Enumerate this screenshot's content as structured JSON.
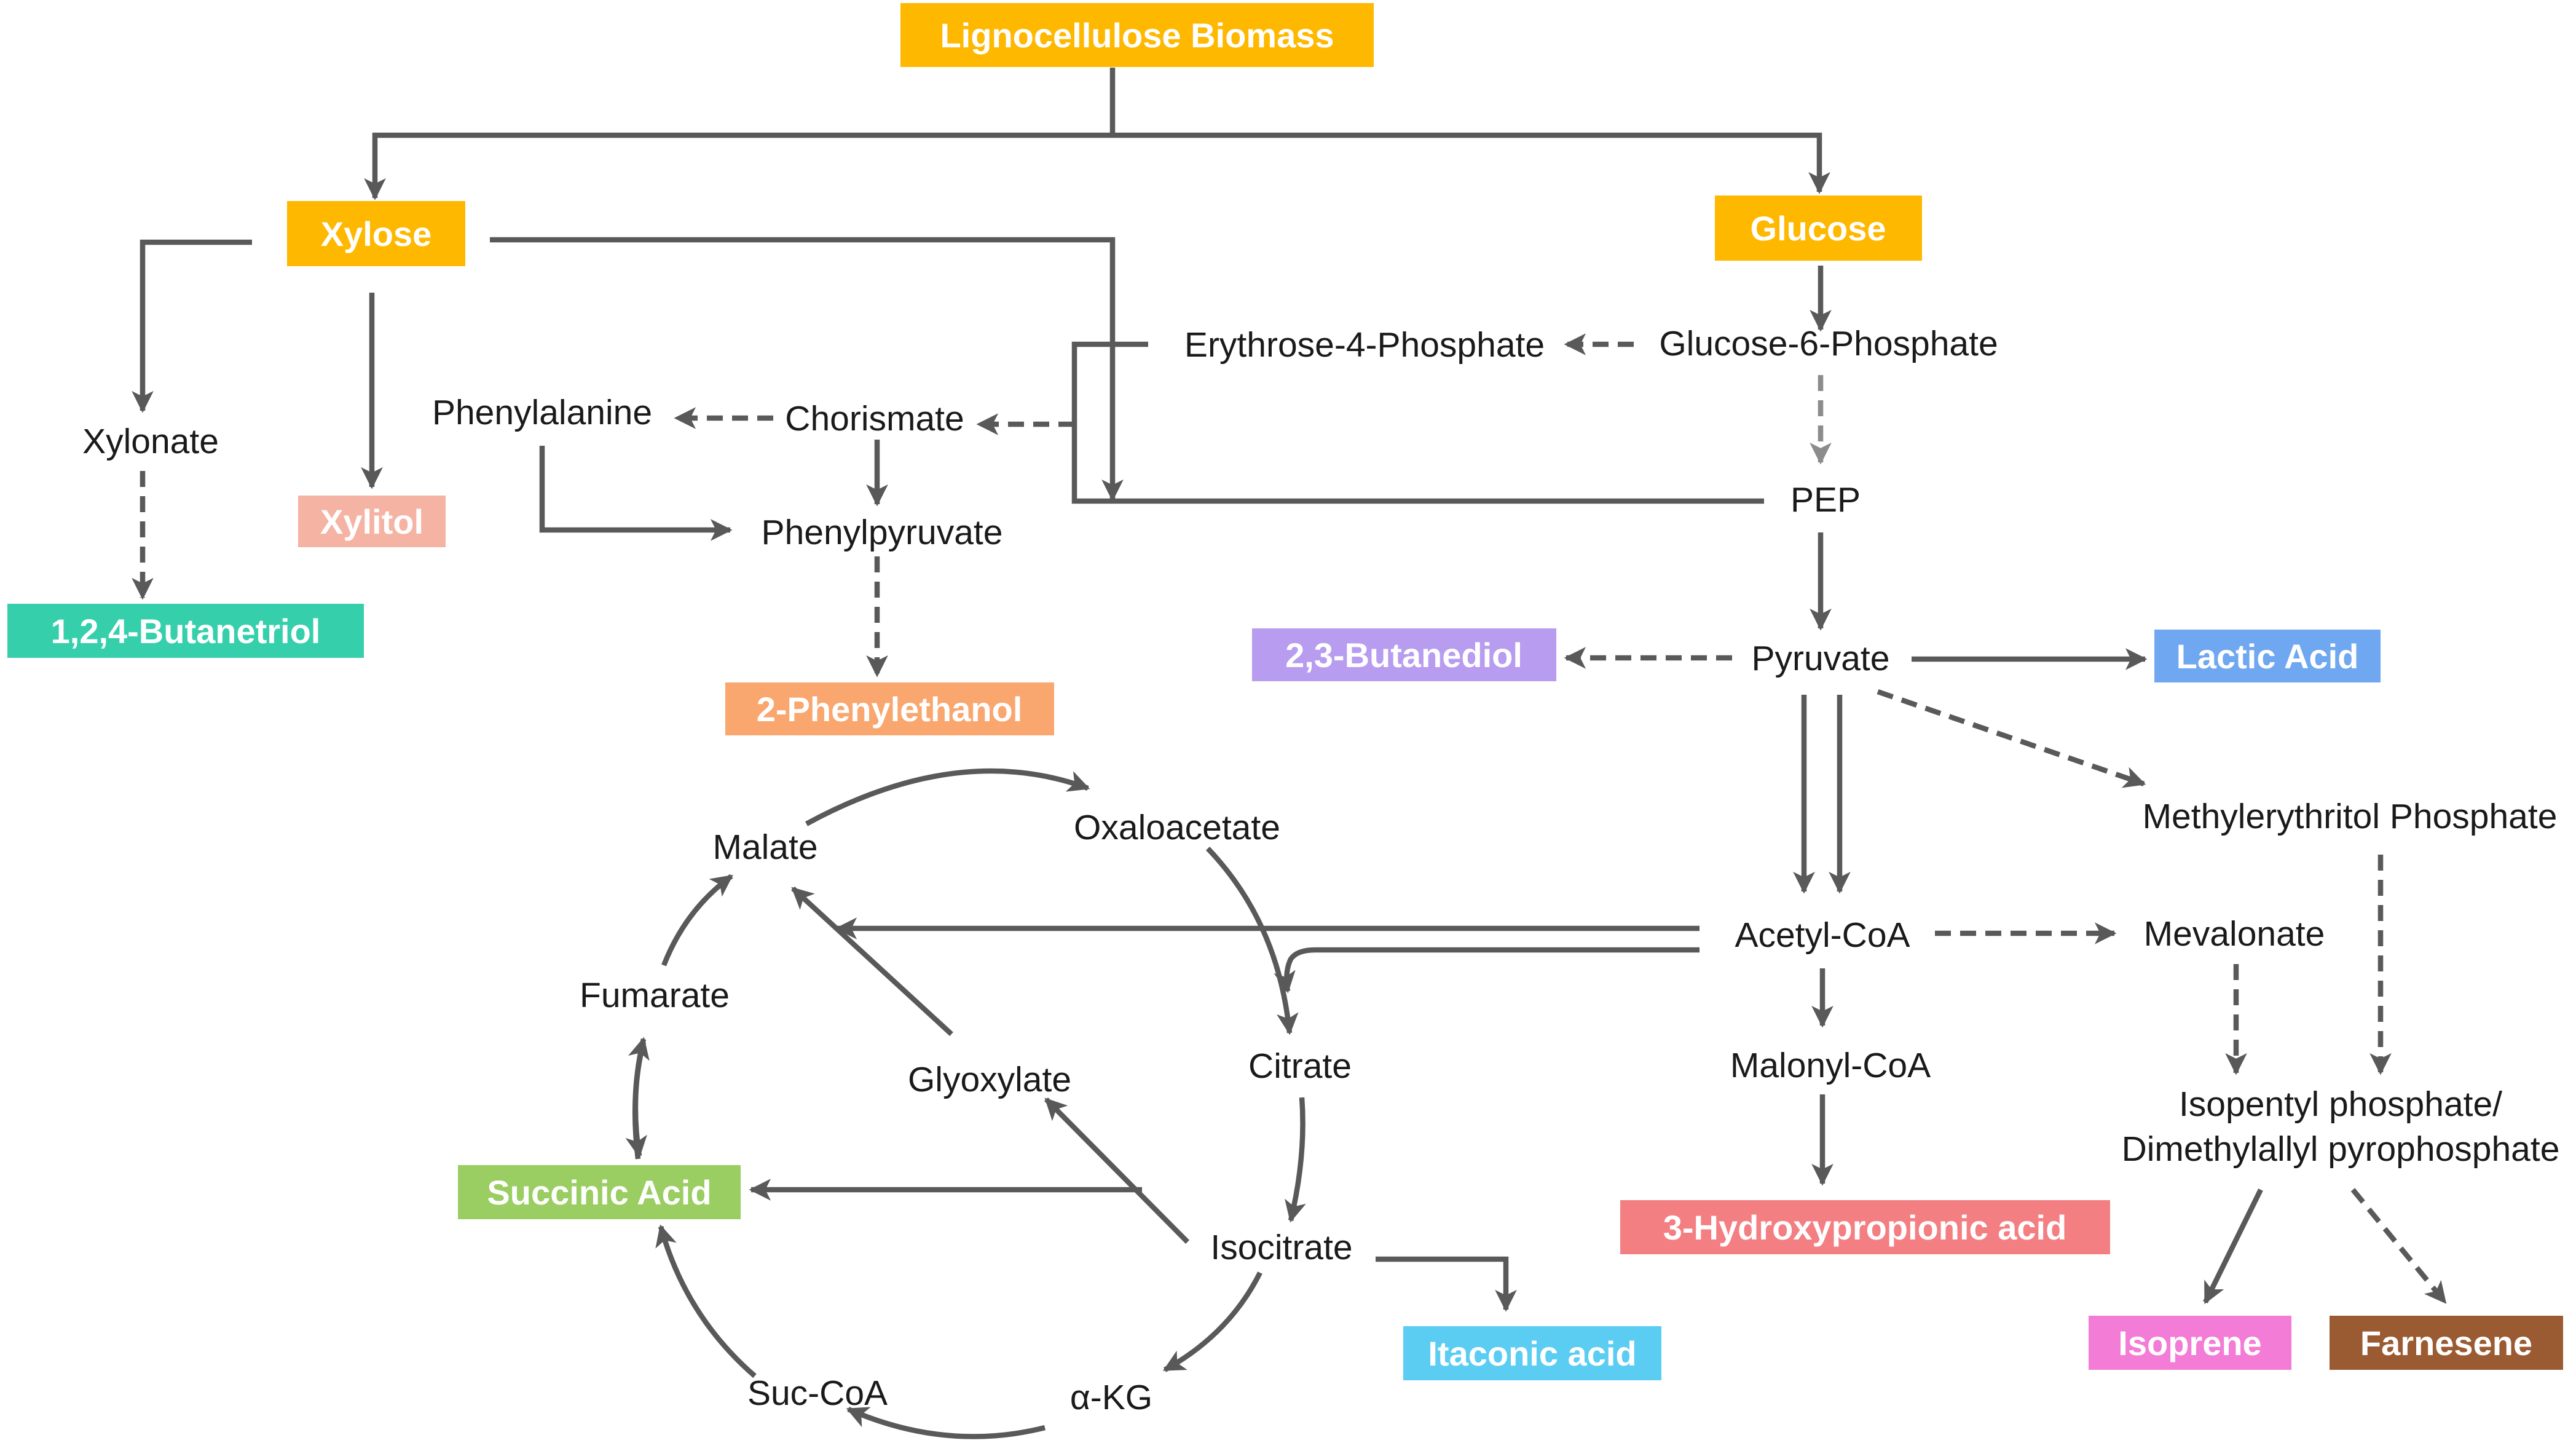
{
  "products": {
    "lignocellulose": {
      "label": "Lignocellulose Biomass",
      "color": "#FFB800"
    },
    "xylose": {
      "label": "Xylose",
      "color": "#FFB800"
    },
    "glucose": {
      "label": "Glucose",
      "color": "#FFB800"
    },
    "xylitol": {
      "label": "Xylitol",
      "color": "#F5B3A3"
    },
    "butanetriol": {
      "label": "1,2,4-Butanetriol",
      "color": "#36CFAC"
    },
    "phenylethanol": {
      "label": "2-Phenylethanol",
      "color": "#F9A66F"
    },
    "butanediol": {
      "label": "2,3-Butanediol",
      "color": "#B79CF0"
    },
    "lactic_acid": {
      "label": "Lactic Acid",
      "color": "#6FA7F0"
    },
    "succinic_acid": {
      "label": "Succinic Acid",
      "color": "#9ACD62"
    },
    "itaconic_acid": {
      "label": "Itaconic acid",
      "color": "#5CCDF2"
    },
    "hydroxypropionic_acid": {
      "label": "3-Hydroxypropionic acid",
      "color": "#F47F83"
    },
    "isoprene": {
      "label": "Isoprene",
      "color": "#F27CD6"
    },
    "farnesene": {
      "label": "Farnesene",
      "color": "#9B5B32"
    }
  },
  "metabolites": {
    "erythrose4p": "Erythrose-4-Phosphate",
    "glucose6p": "Glucose-6-Phosphate",
    "xylonate": "Xylonate",
    "phenylalanine": "Phenylalanine",
    "chorismate": "Chorismate",
    "phenylpyruvate": "Phenylpyruvate",
    "pep": "PEP",
    "pyruvate": "Pyruvate",
    "methylerythritol_phosphate": "Methylerythritol Phosphate",
    "acetyl_coa": "Acetyl-CoA",
    "mevalonate": "Mevalonate",
    "malonyl_coa": "Malonyl-CoA",
    "isopentyl_line1": "Isopentyl phosphate/",
    "isopentyl_line2": "Dimethylallyl pyrophosphate",
    "malate": "Malate",
    "oxaloacetate": "Oxaloacetate",
    "fumarate": "Fumarate",
    "glyoxylate": "Glyoxylate",
    "citrate": "Citrate",
    "isocitrate": "Isocitrate",
    "suc_coa": "Suc-CoA",
    "alpha_kg": "α-KG"
  },
  "style": {
    "edge_color": "#595959",
    "text_color": "#1a1a1a"
  }
}
